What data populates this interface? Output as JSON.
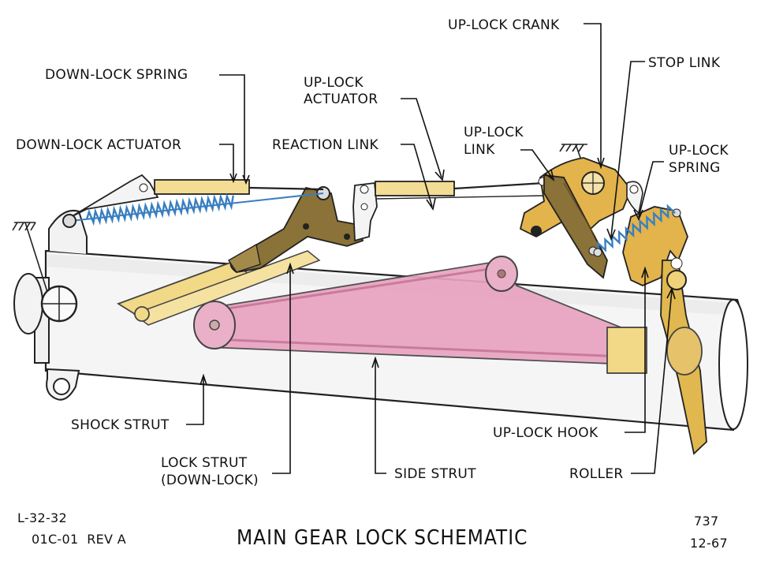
{
  "labels": {
    "down_lock_spring": "DOWN-LOCK SPRING",
    "down_lock_actuator": "DOWN-LOCK ACTUATOR",
    "up_lock_actuator_1": "UP-LOCK",
    "up_lock_actuator_2": "ACTUATOR",
    "reaction_link": "REACTION LINK",
    "up_lock_link_1": "UP-LOCK",
    "up_lock_link_2": "LINK",
    "up_lock_crank": "UP-LOCK CRANK",
    "stop_link": "STOP LINK",
    "up_lock_spring_1": "UP-LOCK",
    "up_lock_spring_2": "SPRING",
    "shock_strut": "SHOCK STRUT",
    "lock_strut_1": "LOCK STRUT",
    "lock_strut_2": "(DOWN-LOCK)",
    "side_strut": "SIDE STRUT",
    "up_lock_hook": "UP-LOCK HOOK",
    "roller": "ROLLER"
  },
  "footer": {
    "ref_line1": "L-32-32",
    "ref_line2": "01C-01  REV A",
    "title": "MAIN GEAR LOCK SCHEMATIC",
    "model": "737",
    "date": "12-67"
  },
  "colors": {
    "strut_fill": "#f4f4f4",
    "strut_shade": "#e3e3e3",
    "side_strut": "#e8a3c0",
    "lock_strut": "#f2d987",
    "bracket_brown": "#8a7238",
    "hook_orange": "#e3b34c",
    "spring_blue": "#3a7fc0",
    "actuator_yellow": "#f3dd94"
  }
}
